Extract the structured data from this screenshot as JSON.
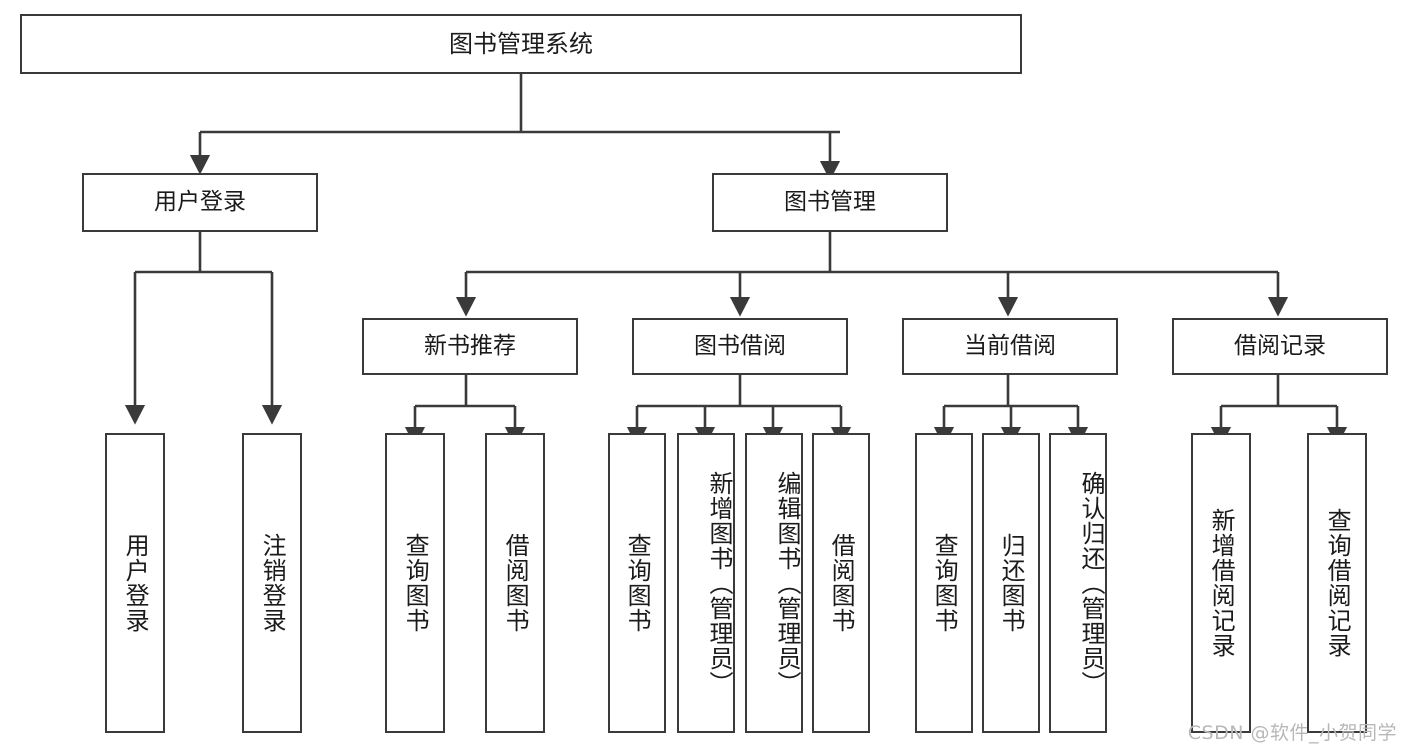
{
  "diagram": {
    "title": "图书管理系统",
    "type": "functional-structure-tree",
    "watermark": "CSDN @软件_小贺同学",
    "colors": {
      "stroke": "#3a3a3a",
      "fill": "#ffffff",
      "text": "#1b1b1b",
      "watermark": "#b8b8b8"
    },
    "nodes": {
      "root": "图书管理系统",
      "user_login": "用户登录",
      "book_manage": "图书管理",
      "new_book_rec": "新书推荐",
      "book_borrow": "图书借阅",
      "current_borrow": "当前借阅",
      "borrow_record": "借阅记录",
      "leaf_user_login": "用户登录",
      "leaf_logout": "注销登录",
      "leaf_query_book_1": "查询图书",
      "leaf_borrow_book_1": "借阅图书",
      "leaf_query_book_2": "查询图书",
      "leaf_add_book_admin": "新增图书（管理员）",
      "leaf_edit_book_admin": "编辑图书（管理员）",
      "leaf_borrow_book_2": "借阅图书",
      "leaf_query_book_3": "查询图书",
      "leaf_return_book": "归还图书",
      "leaf_confirm_return_admin": "确认归还（管理员）",
      "leaf_add_borrow_record": "新增借阅记录",
      "leaf_query_borrow_record": "查询借阅记录"
    },
    "edges": [
      {
        "from": "root",
        "to": "user_login"
      },
      {
        "from": "root",
        "to": "book_manage"
      },
      {
        "from": "user_login",
        "to": "leaf_user_login"
      },
      {
        "from": "user_login",
        "to": "leaf_logout"
      },
      {
        "from": "book_manage",
        "to": "new_book_rec"
      },
      {
        "from": "book_manage",
        "to": "book_borrow"
      },
      {
        "from": "book_manage",
        "to": "current_borrow"
      },
      {
        "from": "book_manage",
        "to": "borrow_record"
      },
      {
        "from": "new_book_rec",
        "to": "leaf_query_book_1"
      },
      {
        "from": "new_book_rec",
        "to": "leaf_borrow_book_1"
      },
      {
        "from": "book_borrow",
        "to": "leaf_query_book_2"
      },
      {
        "from": "book_borrow",
        "to": "leaf_add_book_admin"
      },
      {
        "from": "book_borrow",
        "to": "leaf_edit_book_admin"
      },
      {
        "from": "book_borrow",
        "to": "leaf_borrow_book_2"
      },
      {
        "from": "current_borrow",
        "to": "leaf_query_book_3"
      },
      {
        "from": "current_borrow",
        "to": "leaf_return_book"
      },
      {
        "from": "current_borrow",
        "to": "leaf_confirm_return_admin"
      },
      {
        "from": "borrow_record",
        "to": "leaf_add_borrow_record"
      },
      {
        "from": "borrow_record",
        "to": "leaf_query_borrow_record"
      }
    ]
  }
}
